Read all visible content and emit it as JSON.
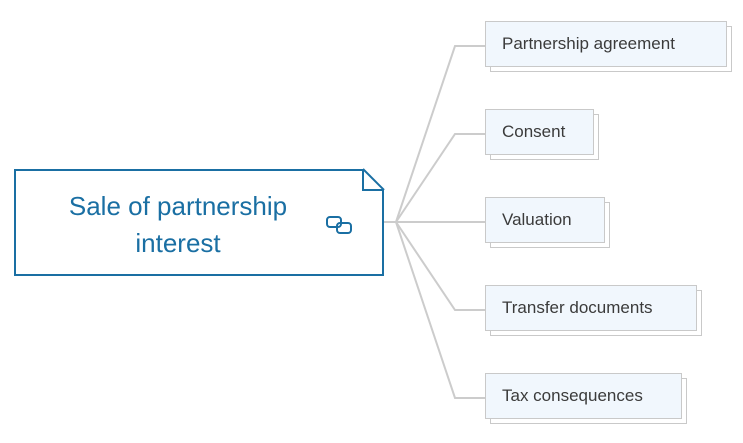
{
  "root": {
    "title": "Sale of partnership interest",
    "link_icon": "link-icon"
  },
  "topics": [
    {
      "label": "Partnership agreement"
    },
    {
      "label": "Consent"
    },
    {
      "label": "Valuation"
    },
    {
      "label": "Transfer documents"
    },
    {
      "label": "Tax consequences"
    }
  ],
  "colors": {
    "root_border": "#1a6fa3",
    "root_text": "#1a6fa3",
    "topic_fill": "#f1f7fd",
    "topic_border": "#c9c9c9",
    "connector": "#cccccc",
    "topic_text": "#3b3b3b"
  }
}
